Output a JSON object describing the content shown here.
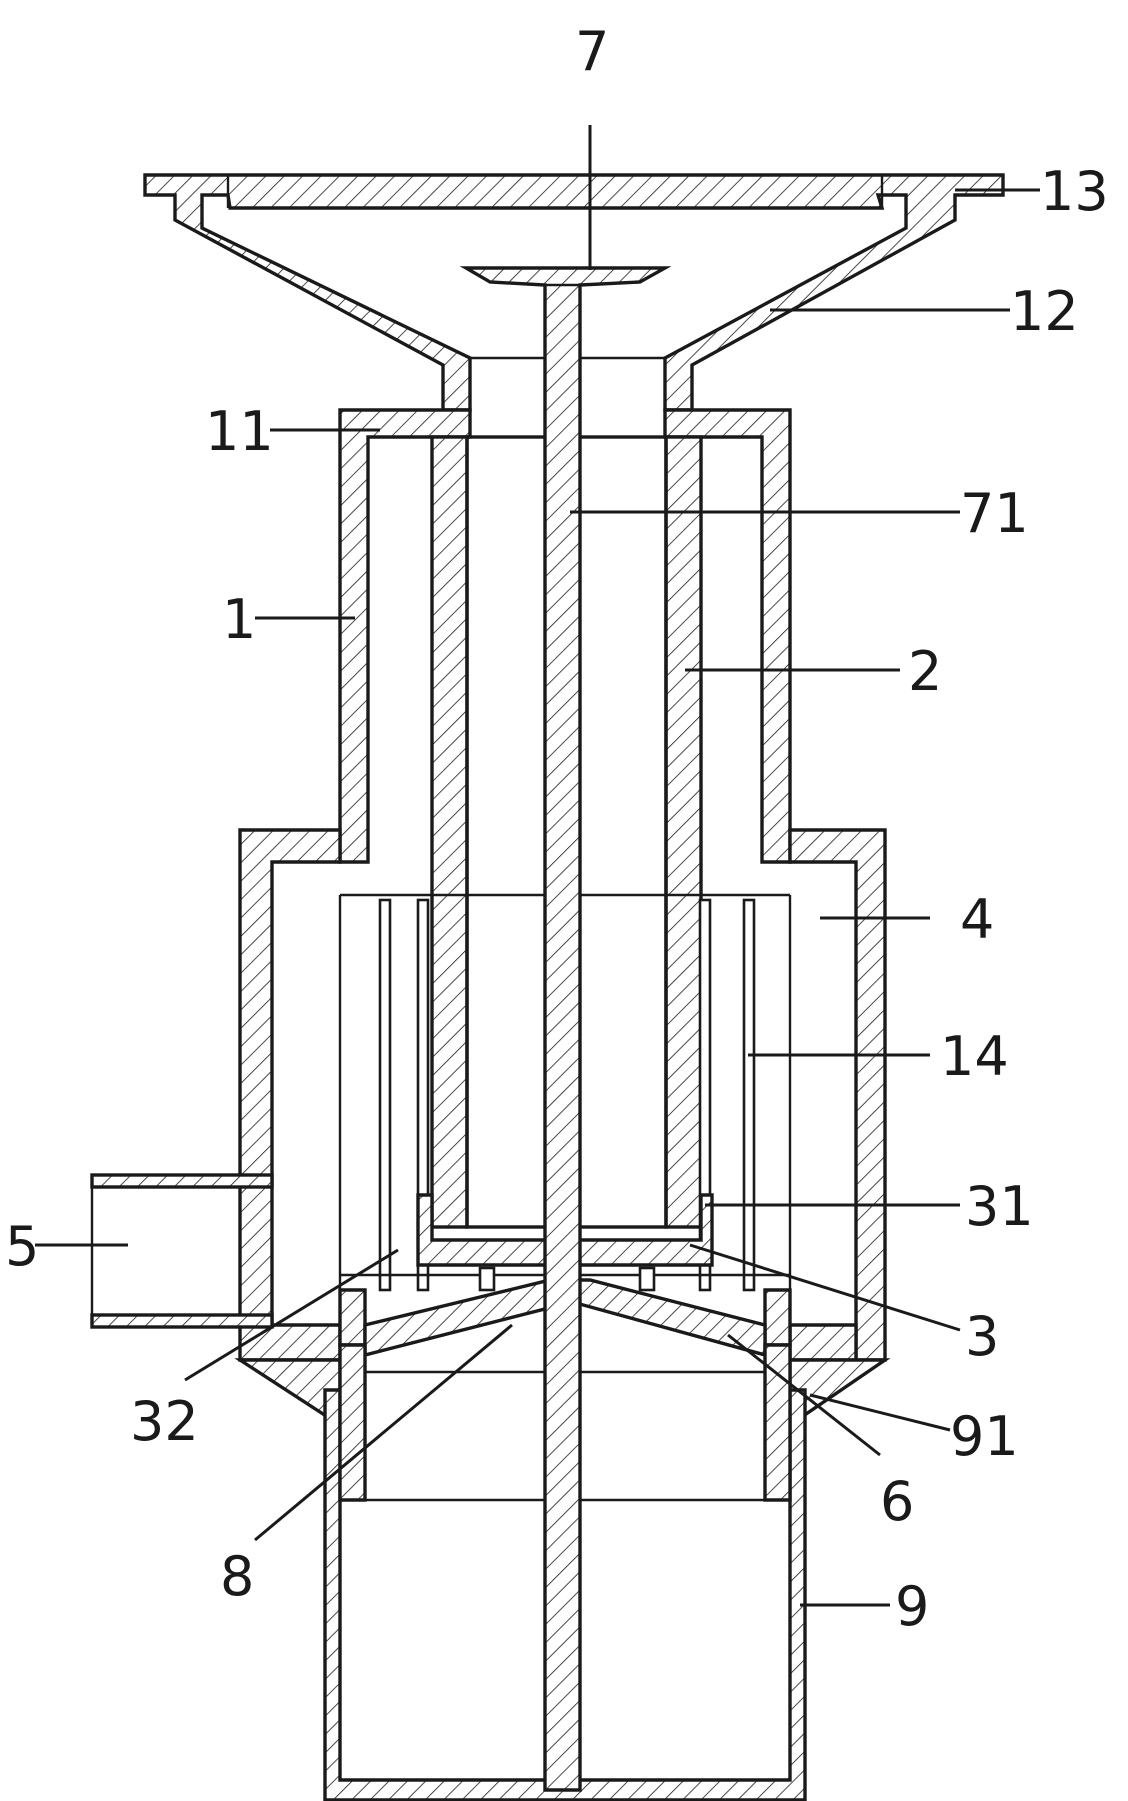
{
  "labels": [
    {
      "id": "label-7",
      "text": "7"
    },
    {
      "id": "label-13",
      "text": "13"
    },
    {
      "id": "label-12",
      "text": "12"
    },
    {
      "id": "label-11",
      "text": "11"
    },
    {
      "id": "label-71",
      "text": "71"
    },
    {
      "id": "label-1",
      "text": "1"
    },
    {
      "id": "label-2",
      "text": "2"
    },
    {
      "id": "label-4",
      "text": "4"
    },
    {
      "id": "label-14",
      "text": "14"
    },
    {
      "id": "label-31",
      "text": "31"
    },
    {
      "id": "label-5",
      "text": "5"
    },
    {
      "id": "label-3",
      "text": "3"
    },
    {
      "id": "label-32",
      "text": "32"
    },
    {
      "id": "label-91",
      "text": "91"
    },
    {
      "id": "label-6",
      "text": "6"
    },
    {
      "id": "label-8",
      "text": "8"
    },
    {
      "id": "label-9",
      "text": "9"
    }
  ],
  "colors": {
    "line": "#1a1a1a",
    "background": "#ffffff"
  }
}
